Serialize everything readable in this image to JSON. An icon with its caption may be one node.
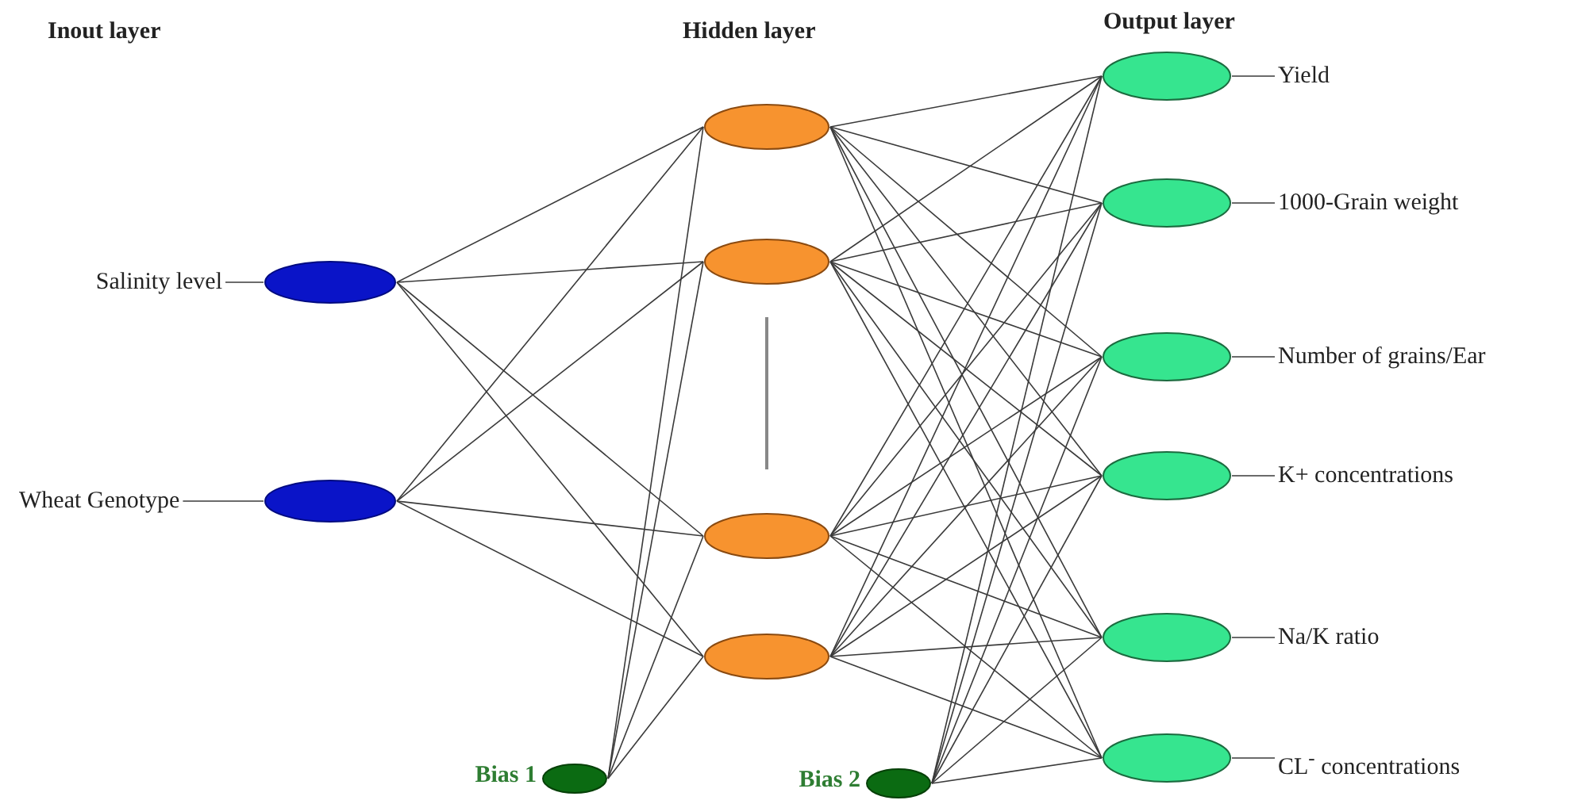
{
  "diagram": {
    "nodes": [
      {
        "text": [
          "Salinity level"
        ]
      },
      {
        "text": [],
        "shape": "ellipse"
      },
      {
        "text": [
          "Wheat Genotype"
        ]
      },
      {
        "text": [],
        "shape": "ellipse"
      },
      {
        "text": [],
        "shape": "ellipse"
      },
      {
        "text": [],
        "shape": "ellipse"
      },
      {
        "text": [],
        "shape": "ellipse"
      },
      {
        "text": [],
        "shape": "ellipse"
      },
      {
        "text": [],
        "shape": "ellipse",
        "beside": [
          "Bias 1"
        ]
      },
      {
        "text": [],
        "shape": "ellipse"
      },
      {
        "text": [],
        "shape": "ellipse"
      },
      {
        "text": [],
        "shape": "ellipse"
      },
      {
        "text": [],
        "shape": "ellipse"
      },
      {
        "text": [],
        "shape": "ellipse"
      },
      {
        "text": [],
        "shape": "ellipse"
      },
      {
        "text": [
          "Yield"
        ]
      },
      {
        "text": [
          "1000-Grain weight"
        ]
      },
      {
        "text": [
          "Number of grains/Ear"
        ]
      },
      {
        "text": [
          "K+ concentrations"
        ]
      },
      {
        "text": [
          "Na/K ratio"
        ]
      },
      {
        "text": [
          "CL$^{-}$ concentrations"
        ]
      },
      {
        "text": [],
        "shape": "ellipse",
        "beside": [
          "Bias 2"
        ]
      }
    ],
    "edges": [
      {
        "from": 0,
        "to": 1,
        "arrow": "none"
      },
      {
        "from": 2,
        "to": 3,
        "arrow": "none"
      },
      {
        "from": 1,
        "to": 4,
        "arrow": "none"
      },
      {
        "from": 1,
        "to": 5,
        "arrow": "none"
      },
      {
        "from": 1,
        "to": 6,
        "arrow": "none"
      },
      {
        "from": 1,
        "to": 7,
        "arrow": "none"
      },
      {
        "from": 3,
        "to": 4,
        "arrow": "none"
      },
      {
        "from": 3,
        "to": 5,
        "arrow": "none"
      },
      {
        "from": 3,
        "to": 6,
        "arrow": "none"
      },
      {
        "from": 3,
        "to": 7,
        "arrow": "none"
      },
      {
        "from": 8,
        "to": 4,
        "arrow": "none"
      },
      {
        "from": 8,
        "to": 5,
        "arrow": "none"
      },
      {
        "from": 8,
        "to": 6,
        "arrow": "none"
      },
      {
        "from": 8,
        "to": 7,
        "arrow": "none"
      },
      {
        "from": 4,
        "to": 9,
        "arrow": "none"
      },
      {
        "from": 4,
        "to": 10,
        "arrow": "none"
      },
      {
        "from": 4,
        "to": 11,
        "arrow": "none"
      },
      {
        "from": 4,
        "to": 12,
        "arrow": "none"
      },
      {
        "from": 4,
        "to": 13,
        "arrow": "none"
      },
      {
        "from": 4,
        "to": 14,
        "arrow": "none"
      },
      {
        "from": 5,
        "to": 9,
        "arrow": "none"
      },
      {
        "from": 5,
        "to": 10,
        "arrow": "none"
      },
      {
        "from": 5,
        "to": 11,
        "arrow": "none"
      },
      {
        "from": 5,
        "to": 12,
        "arrow": "none"
      },
      {
        "from": 5,
        "to": 13,
        "arrow": "none"
      },
      {
        "from": 5,
        "to": 14,
        "arrow": "none"
      },
      {
        "from": 6,
        "to": 9,
        "arrow": "none"
      },
      {
        "from": 6,
        "to": 10,
        "arrow": "none"
      },
      {
        "from": 6,
        "to": 11,
        "arrow": "none"
      },
      {
        "from": 6,
        "to": 12,
        "arrow": "none"
      },
      {
        "from": 6,
        "to": 13,
        "arrow": "none"
      },
      {
        "from": 6,
        "to": 14,
        "arrow": "none"
      },
      {
        "from": 7,
        "to": 9,
        "arrow": "none"
      },
      {
        "from": 7,
        "to": 10,
        "arrow": "none"
      },
      {
        "from": 7,
        "to": 11,
        "arrow": "none"
      },
      {
        "from": 7,
        "to": 12,
        "arrow": "none"
      },
      {
        "from": 7,
        "to": 13,
        "arrow": "none"
      },
      {
        "from": 7,
        "to": 14,
        "arrow": "none"
      },
      {
        "from": 21,
        "to": 9,
        "arrow": "none"
      },
      {
        "from": 21,
        "to": 10,
        "arrow": "none"
      },
      {
        "from": 21,
        "to": 11,
        "arrow": "none"
      },
      {
        "from": 21,
        "to": 12,
        "arrow": "none"
      },
      {
        "from": 21,
        "to": 13,
        "arrow": "none"
      },
      {
        "from": 21,
        "to": 14,
        "arrow": "none"
      },
      {
        "from": 9,
        "to": 15,
        "arrow": "none"
      },
      {
        "from": 10,
        "to": 16,
        "arrow": "none"
      },
      {
        "from": 11,
        "to": 17,
        "arrow": "none"
      },
      {
        "from": 12,
        "to": 18,
        "arrow": "none"
      },
      {
        "from": 13,
        "to": 19,
        "arrow": "none"
      },
      {
        "from": 14,
        "to": 20,
        "arrow": "none"
      }
    ],
    "labels": [
      "Inout layer",
      "Hidden layer",
      "Output layer"
    ]
  }
}
